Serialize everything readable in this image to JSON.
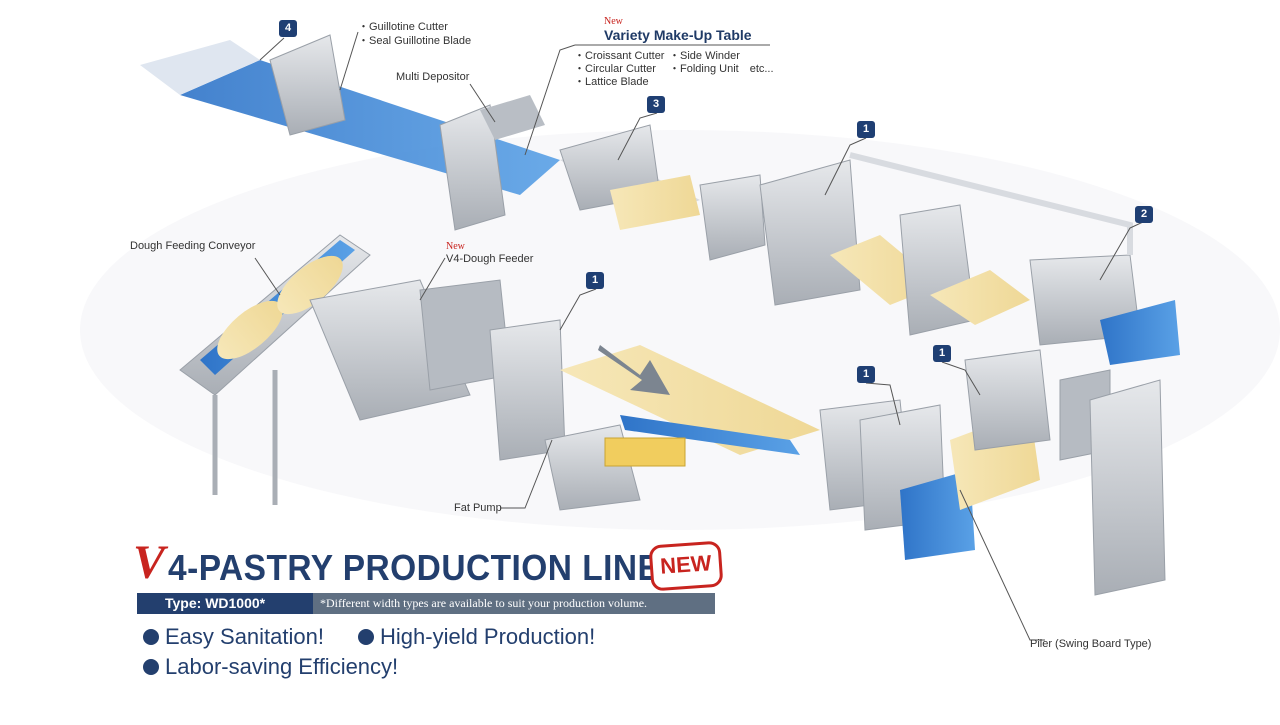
{
  "labels": {
    "guillotine_cutter": "・Guillotine Cutter",
    "seal_guillotine_blade": "・Seal Guillotine Blade",
    "multi_depositor": "Multi Depositor",
    "new_1": "New",
    "variety_table": "Variety Make-Up Table",
    "croissant_cutter": "・Croissant Cutter",
    "circular_cutter": "・Circular Cutter",
    "lattice_blade": "・Lattice Blade",
    "side_winder": "・Side Winder",
    "folding_unit": "・Folding Unit　etc...",
    "dough_feeding_conveyor": "Dough Feeding Conveyor",
    "new_2": "New",
    "dough_feeder": "V4-Dough Feeder",
    "fat_pump": "Fat Pump",
    "piler": "Piler (Swing Board Type)"
  },
  "numbers": [
    "4",
    "3",
    "1",
    "2",
    "1",
    "1",
    "1"
  ],
  "title": {
    "v_letter": "V",
    "rest": "4-PASTRY PRODUCTION LINE",
    "stamp": "NEW"
  },
  "type_bar": {
    "type_label": "Type: WD1000*",
    "note": "*Different width types are available to suit your production volume."
  },
  "features": [
    "Easy Sanitation!",
    "High-yield Production!",
    "Labor-saving Efficiency!"
  ],
  "colors": {
    "navy": "#233f6e",
    "red": "#c8241f",
    "belt_blue": "#3f86d6",
    "steel": "#c9ccd1"
  }
}
